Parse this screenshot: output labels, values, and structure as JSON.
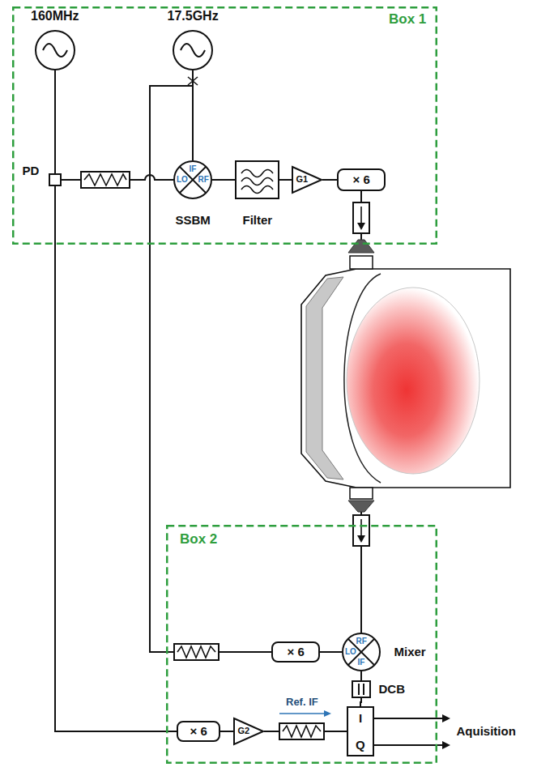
{
  "diagram": {
    "nodes": [
      {
        "text": [
          "Box 1"
        ]
      },
      {
        "text": [
          "160MHz"
        ],
        "in": 0
      },
      {
        "text": [
          "17.5GHz"
        ],
        "in": 0
      },
      {
        "text": [
          "PD"
        ],
        "in": 0
      },
      {
        "text": [
          "IF",
          "LO",
          "RF",
          "SSBM"
        ],
        "in": 0
      },
      {
        "text": [
          "Filter"
        ],
        "in": 0
      },
      {
        "text": [
          "G1"
        ],
        "in": 0
      },
      {
        "text": [
          "× 6"
        ],
        "in": 0
      },
      {
        "text": [
          "Box 2"
        ]
      },
      {
        "text": [
          "RF",
          "LO",
          "IF",
          "Mixer"
        ],
        "in": 8
      },
      {
        "text": [
          "× 6"
        ],
        "in": 8
      },
      {
        "text": [
          "DCB"
        ],
        "in": 8
      },
      {
        "text": [
          "× 6"
        ],
        "in": 8
      },
      {
        "text": [
          "G2"
        ],
        "in": 8
      },
      {
        "text": [
          "I",
          "Q"
        ],
        "in": 8
      }
    ],
    "edges": [
      {
        "from": 1,
        "to": 3,
        "arrow": "none"
      },
      {
        "from": 3,
        "to": 4,
        "arrow": "none"
      },
      {
        "from": 2,
        "to": 4,
        "arrow": "none"
      },
      {
        "from": 2,
        "to": 10,
        "arrow": "none"
      },
      {
        "from": 4,
        "to": 5,
        "arrow": "none"
      },
      {
        "from": 5,
        "to": 6,
        "arrow": "none"
      },
      {
        "from": 6,
        "to": 7,
        "arrow": "none"
      },
      {
        "from": 10,
        "to": 9,
        "arrow": "none"
      },
      {
        "from": 9,
        "to": 11,
        "arrow": "none"
      },
      {
        "from": 11,
        "to": 14,
        "arrow": "none"
      },
      {
        "from": 3,
        "to": 12,
        "arrow": "none"
      },
      {
        "from": 12,
        "to": 13,
        "arrow": "none"
      },
      {
        "from": 13,
        "to": 14,
        "arrow": "none"
      }
    ],
    "labels": [
      "Ref. IF",
      "Aquisition"
    ]
  }
}
